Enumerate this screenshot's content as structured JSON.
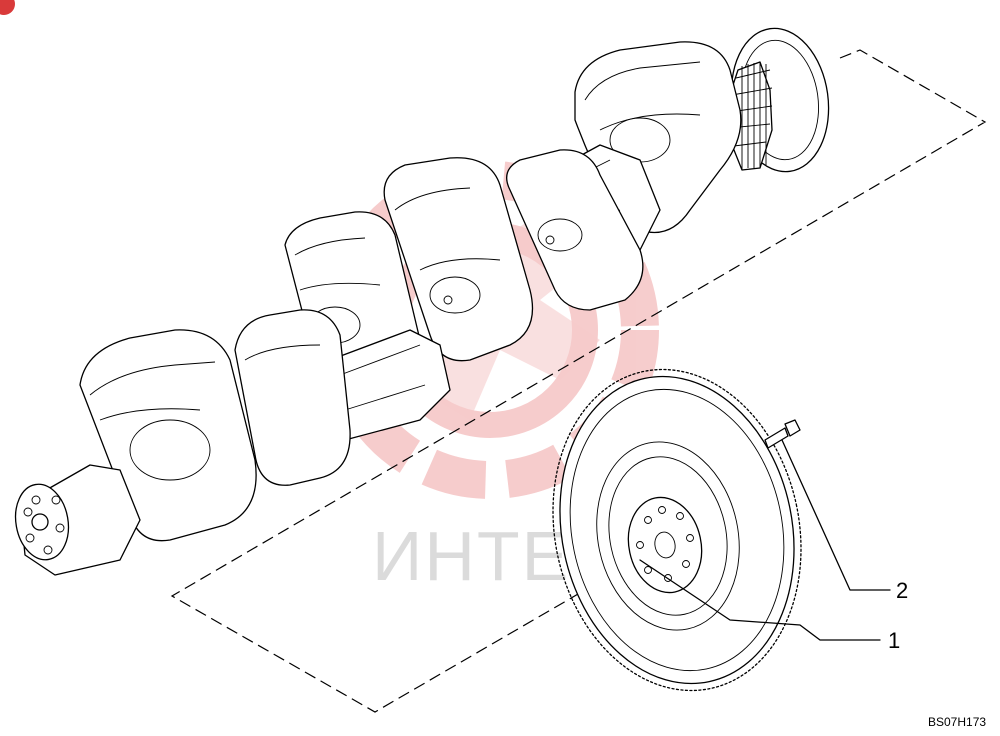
{
  "watermark": {
    "text": "ИНТЕХ",
    "color": "#e04a4a"
  },
  "callouts": [
    {
      "label": "1",
      "part": "flywheel"
    },
    {
      "label": "2",
      "part": "flywheel-bolt"
    }
  ],
  "reference_code": "BS07H173",
  "colors": {
    "line": "#000000",
    "watermark_logo": "#e04a4a",
    "watermark_text": "#bfbfbf"
  }
}
